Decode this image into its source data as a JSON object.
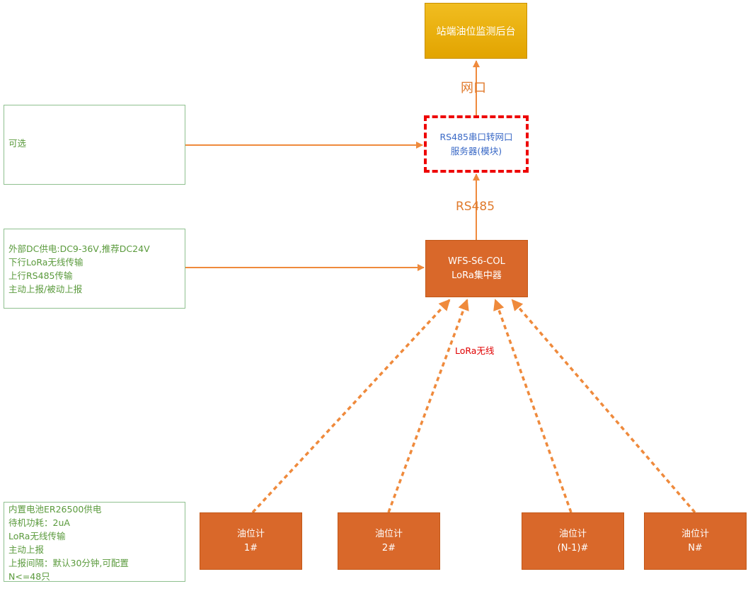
{
  "nodes": {
    "backend": {
      "label": "站端油位监测后台"
    },
    "server": {
      "line1": "RS485串口转网口",
      "line2": "服务器(模块)"
    },
    "concentrator": {
      "line1": "WFS-S6-COL",
      "line2": "LoRa集中器"
    },
    "meters": [
      {
        "line1": "油位计",
        "line2": "1#"
      },
      {
        "line1": "油位计",
        "line2": "2#"
      },
      {
        "line1": "油位计",
        "line2": "(N-1)#"
      },
      {
        "line1": "油位计",
        "line2": "N#"
      }
    ]
  },
  "notes": {
    "optional": {
      "text": "可选"
    },
    "concentrator": {
      "lines": [
        "外部DC供电:DC9-36V,推荐DC24V",
        "下行LoRa无线传输",
        "上行RS485传输",
        "主动上报/被动上报"
      ]
    },
    "meter": {
      "lines": [
        "内置电池ER26500供电",
        "待机功耗：2uA",
        "LoRa无线传输",
        "主动上报",
        "上报间隔：默认30分钟,可配置",
        "N<=48只"
      ]
    }
  },
  "links": {
    "network_label": "网口",
    "rs485_label": "RS485",
    "lora_label": "LoRa无线"
  },
  "colors": {
    "arrow": "#ef8a3c",
    "backend_fill": "#e8ad0d",
    "node_fill": "#d9682a",
    "server_border": "#ee0000",
    "server_text": "#3a69c6",
    "note_border": "#8fc08f",
    "note_text": "#5a9a3c",
    "lora_label": "#e00000"
  }
}
